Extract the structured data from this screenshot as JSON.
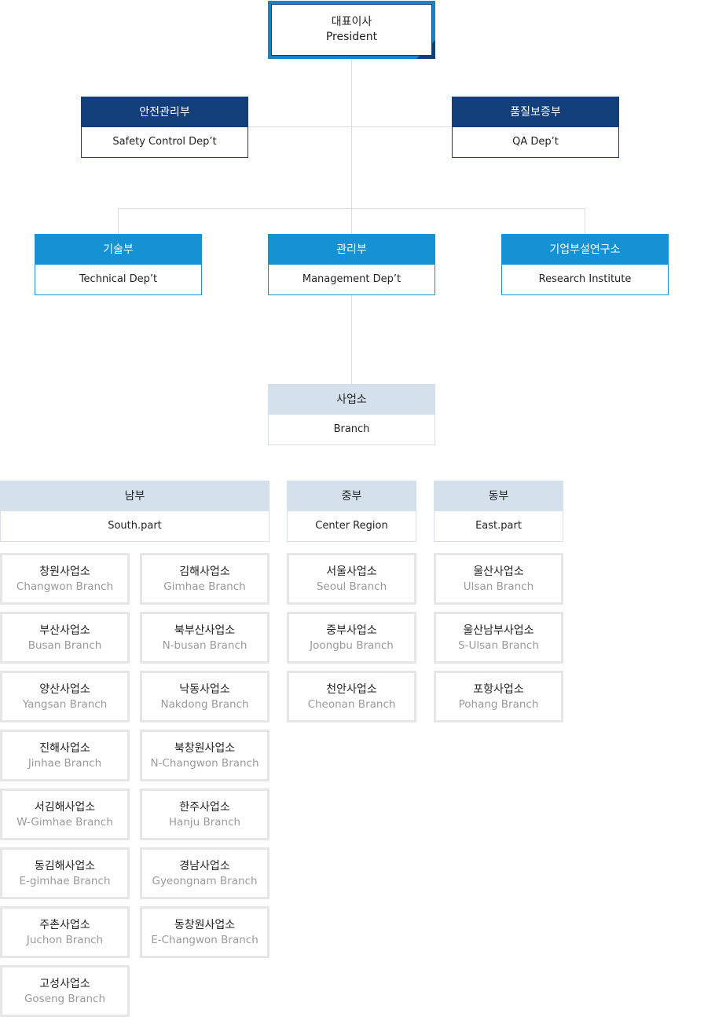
{
  "president": {
    "kr": "대표이사",
    "en": "President"
  },
  "staff": [
    {
      "kr": "안전관리부",
      "en": "Safety Control Dep’t"
    },
    {
      "kr": "품질보증부",
      "en": "QA Dep’t"
    }
  ],
  "departments": [
    {
      "kr": "기술부",
      "en": "Technical Dep’t"
    },
    {
      "kr": "관리부",
      "en": "Management Dep’t"
    },
    {
      "kr": "기업부설연구소",
      "en": "Research Institute"
    }
  ],
  "branch": {
    "kr": "사업소",
    "en": "Branch"
  },
  "regions": [
    {
      "kr": "남부",
      "en": "South.part",
      "items": [
        {
          "kr": "창원사업소",
          "en": "Changwon Branch"
        },
        {
          "kr": "김해사업소",
          "en": "Gimhae Branch"
        },
        {
          "kr": "부산사업소",
          "en": "Busan Branch"
        },
        {
          "kr": "북부산사업소",
          "en": "N-busan Branch"
        },
        {
          "kr": "양산사업소",
          "en": "Yangsan Branch"
        },
        {
          "kr": "낙동사업소",
          "en": "Nakdong Branch"
        },
        {
          "kr": "진해사업소",
          "en": "Jinhae Branch"
        },
        {
          "kr": "북창원사업소",
          "en": "N-Changwon Branch"
        },
        {
          "kr": "서김해사업소",
          "en": "W-Gimhae Branch"
        },
        {
          "kr": "한주사업소",
          "en": "Hanju Branch"
        },
        {
          "kr": "동김해사업소",
          "en": "E-gimhae Branch"
        },
        {
          "kr": "경남사업소",
          "en": "Gyeongnam Branch"
        },
        {
          "kr": "주촌사업소",
          "en": "Juchon Branch"
        },
        {
          "kr": "동창원사업소",
          "en": "E-Changwon Branch"
        },
        {
          "kr": "고성사업소",
          "en": "Goseng Branch"
        }
      ]
    },
    {
      "kr": "중부",
      "en": "Center Region",
      "items": [
        {
          "kr": "서울사업소",
          "en": "Seoul Branch"
        },
        {
          "kr": "중부사업소",
          "en": "Joongbu Branch"
        },
        {
          "kr": "천안사업소",
          "en": "Cheonan Branch"
        }
      ]
    },
    {
      "kr": "동부",
      "en": "East.part",
      "items": [
        {
          "kr": "울산사업소",
          "en": "Ulsan Branch"
        },
        {
          "kr": "울산남부사업소",
          "en": "S-Ulsan Branch"
        },
        {
          "kr": "포항사업소",
          "en": "Pohang Branch"
        }
      ]
    }
  ],
  "colors": {
    "navy": "#123f7a",
    "blue": "#1592d4",
    "pale": "#d4e1ec",
    "line": "#dcdcdc"
  }
}
